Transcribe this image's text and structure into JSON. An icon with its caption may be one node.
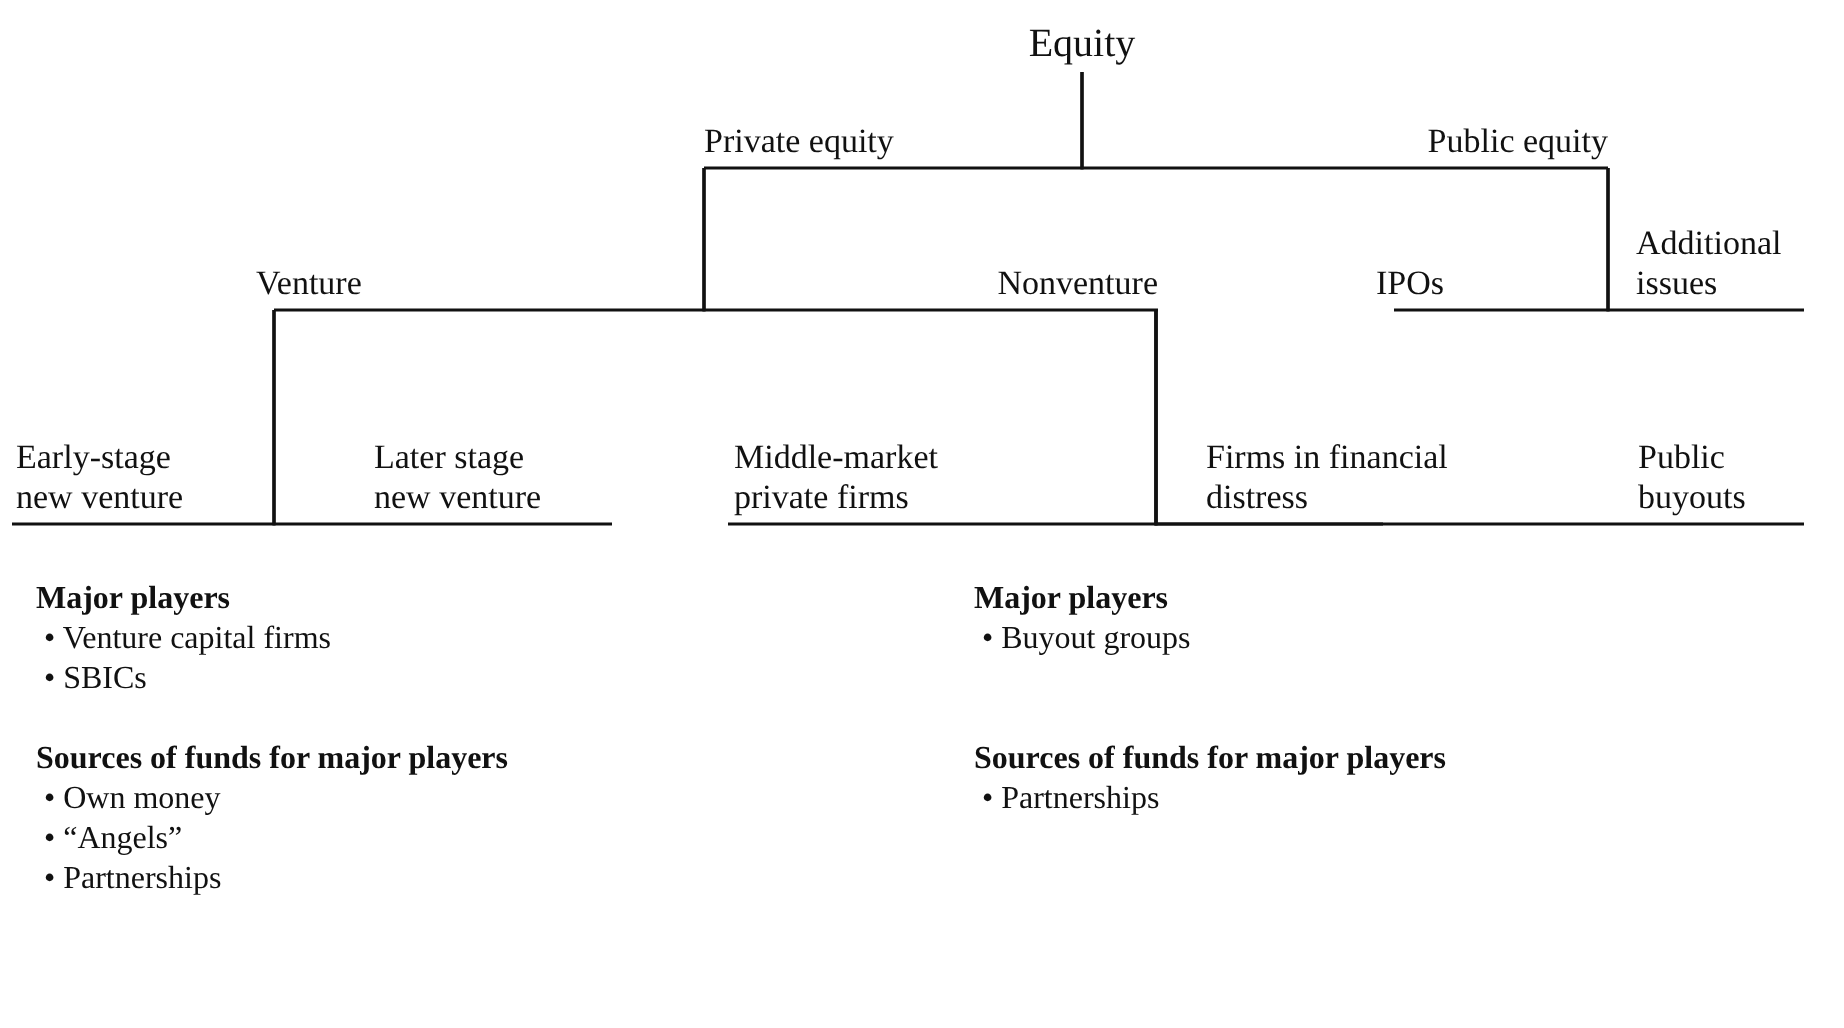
{
  "diagram": {
    "nodes": [
      {
        "text": [
          "Equity"
        ]
      },
      {
        "text": [
          "Private equity"
        ]
      },
      {
        "text": [
          "Public equity"
        ]
      },
      {
        "text": [
          "Venture"
        ]
      },
      {
        "text": [
          "Nonventure"
        ]
      },
      {
        "text": [
          "IPOs"
        ]
      },
      {
        "text": [
          "Additional issues"
        ]
      },
      {
        "text": [
          "Early-stage new venture"
        ]
      },
      {
        "text": [
          "Later stage new venture"
        ]
      },
      {
        "text": [
          "Middle-market private firms"
        ]
      },
      {
        "text": [
          "Firms in financial distress"
        ]
      },
      {
        "text": [
          "Public buyouts"
        ]
      }
    ],
    "edges": [
      {
        "from": 0,
        "to": 1,
        "arrow": "none"
      },
      {
        "from": 0,
        "to": 2,
        "arrow": "none"
      },
      {
        "from": 1,
        "to": 3,
        "arrow": "none"
      },
      {
        "from": 1,
        "to": 4,
        "arrow": "none"
      },
      {
        "from": 2,
        "to": 5,
        "arrow": "none"
      },
      {
        "from": 2,
        "to": 6,
        "arrow": "none"
      },
      {
        "from": 3,
        "to": 7,
        "arrow": "none"
      },
      {
        "from": 3,
        "to": 8,
        "arrow": "none"
      },
      {
        "from": 4,
        "to": 9,
        "arrow": "none"
      },
      {
        "from": 4,
        "to": 10,
        "arrow": "none"
      },
      {
        "from": 4,
        "to": 11,
        "arrow": "none"
      }
    ],
    "labels": [
      "Major players",
      "• Venture capital firms",
      "• SBICs",
      "Sources of funds for major players",
      "• Own money",
      "• “Angels”",
      "• Partnerships",
      "Major players",
      "• Buyout groups",
      "Sources of funds for major players",
      "• Partnerships"
    ]
  }
}
